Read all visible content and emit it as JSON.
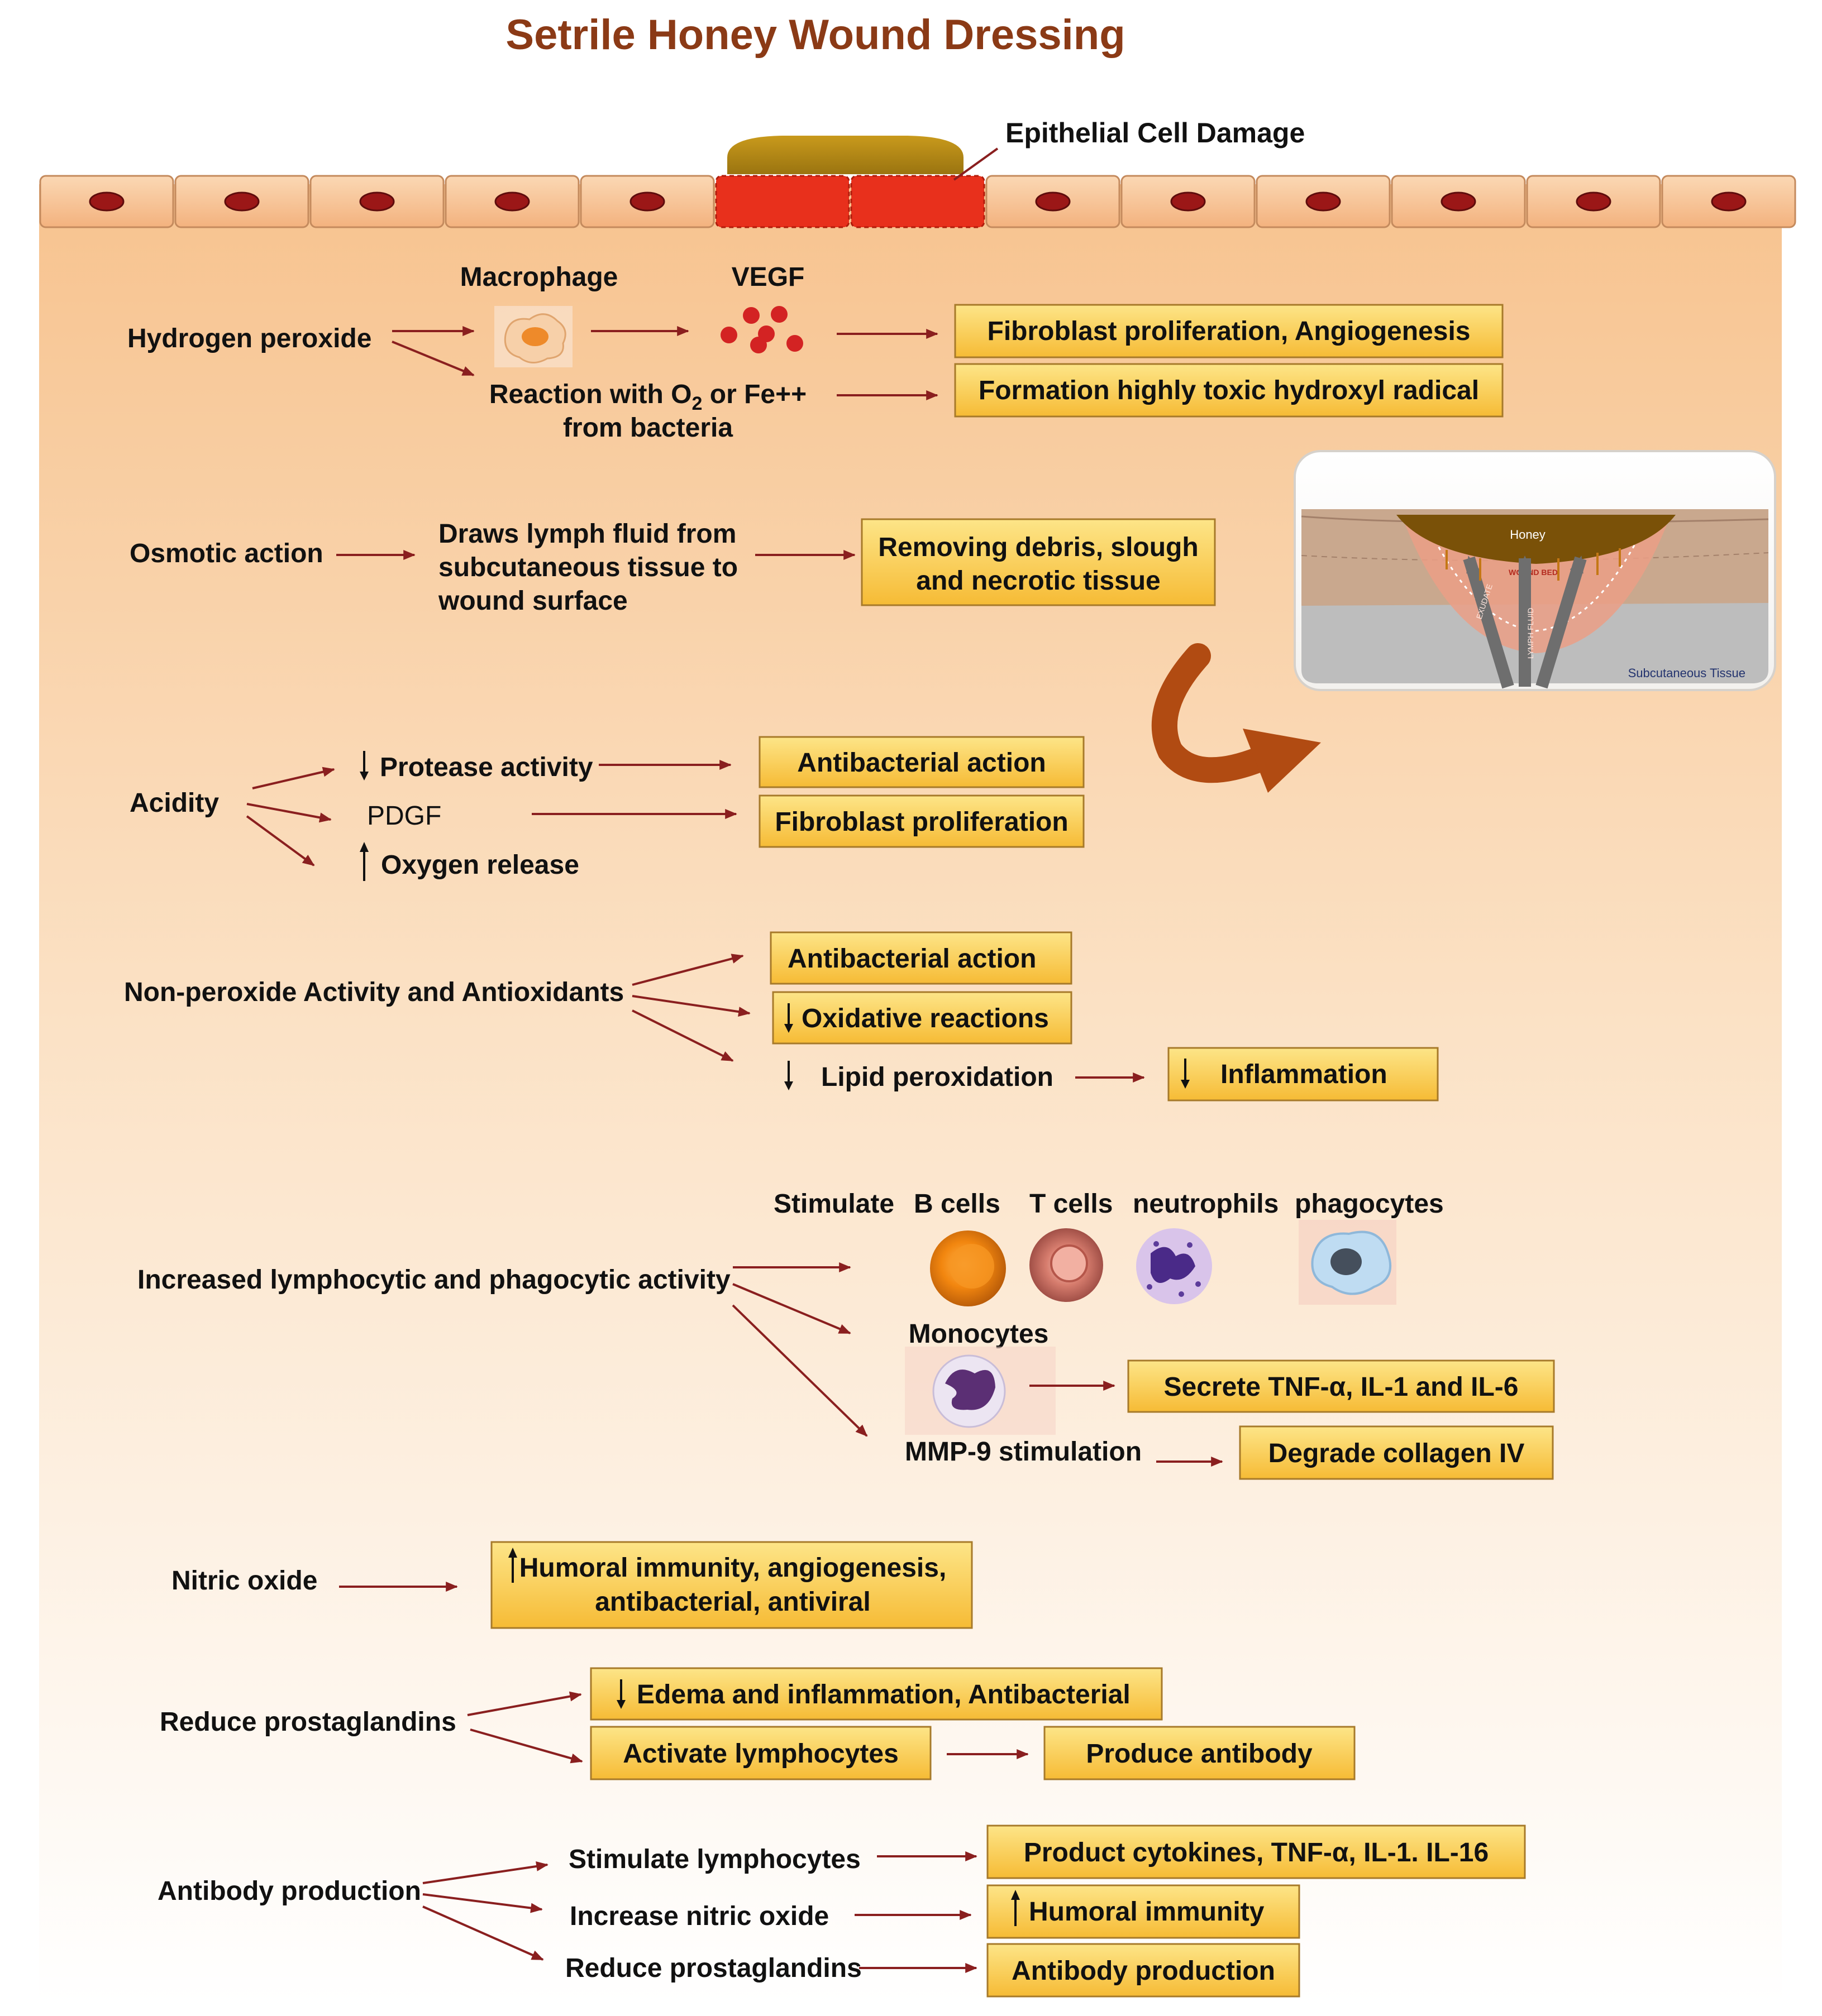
{
  "title": "Setrile Honey Wound Dressing",
  "damage_label": "Epithelial Cell Damage",
  "colors": {
    "title": "#8b3a16",
    "arrow": "#8a1f1f",
    "box_fill": "#fbd25a",
    "cell": "#f9c69a",
    "nucleus": "#9b1717",
    "damage": "#e8301c",
    "honey": "#b88a12"
  },
  "h2o2": {
    "label": "Hydrogen peroxide",
    "macrophage": "Macrophage",
    "vegf": "VEGF",
    "reaction_a": "Reaction with O",
    "reaction_sub": "2",
    "reaction_b": " or Fe++",
    "reaction_line2": "from bacteria",
    "box1": "Fibroblast proliferation, Angiogenesis",
    "box2": "Formation highly toxic hydroxyl radical"
  },
  "osmotic": {
    "label": "Osmotic action",
    "desc": [
      "Draws lymph fluid from",
      "subcutaneous tissue to",
      "wound surface"
    ],
    "box": [
      "Removing debris, slough",
      "and necrotic tissue"
    ]
  },
  "inset": {
    "honey": "Honey",
    "wound_bed": "WOUND BED",
    "subcut": "Subcutaneous Tissue",
    "exudate": "EXUDATE",
    "lymph": "LYMPH FLUID"
  },
  "acidity": {
    "label": "Acidity",
    "items": [
      "Protease activity",
      "PDGF",
      "Oxygen release"
    ],
    "box1": "Antibacterial action",
    "box2": "Fibroblast proliferation"
  },
  "nonperoxide": {
    "label": "Non-peroxide Activity and Antioxidants",
    "box1": "Antibacterial action",
    "box2": "Oxidative reactions",
    "lipid": "Lipid peroxidation",
    "box3": "Inflammation"
  },
  "lympho": {
    "label": "Increased lymphocytic and phagocytic activity",
    "stimulate": "Stimulate",
    "cells": [
      "B cells",
      "T cells",
      "neutrophils",
      "phagocytes"
    ],
    "monocytes": "Monocytes",
    "mmp": "MMP-9 stimulation",
    "box1": "Secrete TNF-α, IL-1 and IL-6",
    "box2": "Degrade collagen IV"
  },
  "nitric": {
    "label": "Nitric oxide",
    "box": [
      "Humoral immunity, angiogenesis,",
      "antibacterial, antiviral"
    ]
  },
  "prosta": {
    "label": "Reduce prostaglandins",
    "box1": "Edema and inflammation, Antibacterial",
    "box2": "Activate lymphocytes",
    "box3": "Produce antibody"
  },
  "antibody": {
    "label": "Antibody production",
    "items": [
      "Stimulate lymphocytes",
      "Increase nitric oxide",
      "Reduce prostaglandins"
    ],
    "box1": "Product cytokines, TNF-α, IL-1. IL-16",
    "box2": "Humoral immunity",
    "box3": "Antibody production"
  }
}
